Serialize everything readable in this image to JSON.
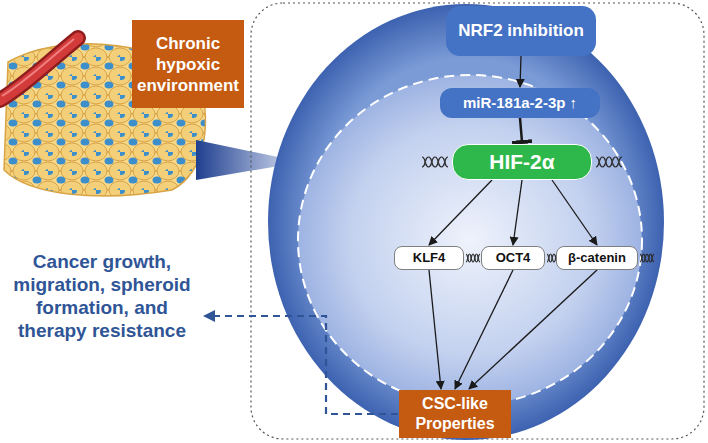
{
  "diagram": {
    "nodes": [
      {
        "text": [
          "Chronic hypoxic environment"
        ]
      },
      {
        "text": [
          "NRF2 inhibition"
        ]
      },
      {
        "text": [
          "miR-181a-2-3p ↑"
        ]
      },
      {
        "text": [
          "HIF-2α"
        ]
      },
      {
        "text": [
          "KLF4"
        ]
      },
      {
        "text": [
          "OCT4"
        ]
      },
      {
        "text": [
          "β-catenin"
        ]
      },
      {
        "text": [
          "CSC-like Properties"
        ]
      }
    ],
    "edges": [
      {
        "from": 1,
        "to": 2,
        "arrow": "to"
      },
      {
        "from": 2,
        "to": 3,
        "arrow": "to"
      },
      {
        "from": 3,
        "to": 4,
        "arrow": "to"
      },
      {
        "from": 3,
        "to": 5,
        "arrow": "to"
      },
      {
        "from": 3,
        "to": 6,
        "arrow": "to"
      },
      {
        "from": 4,
        "to": 7,
        "arrow": "to"
      },
      {
        "from": 5,
        "to": 7,
        "arrow": "to"
      },
      {
        "from": 6,
        "to": 7,
        "arrow": "to"
      }
    ],
    "labels": [
      "Cancer growth, migration, spheroid formation, and therapy resistance"
    ]
  }
}
